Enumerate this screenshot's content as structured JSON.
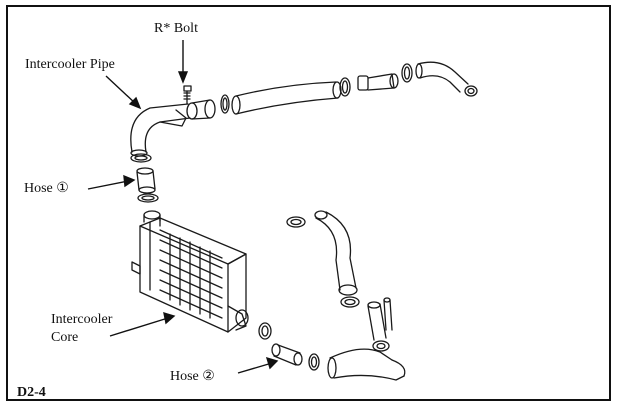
{
  "figure_code": "D2-4",
  "callouts": {
    "bolt": "R* Bolt",
    "intercooler_pipe": "Intercooler Pipe",
    "hose_1": "Hose ①",
    "core_line1": "Intercooler",
    "core_line2": "Core",
    "hose_2": "Hose ②"
  },
  "colors": {
    "line": "#1a1a1a",
    "background": "#ffffff"
  }
}
